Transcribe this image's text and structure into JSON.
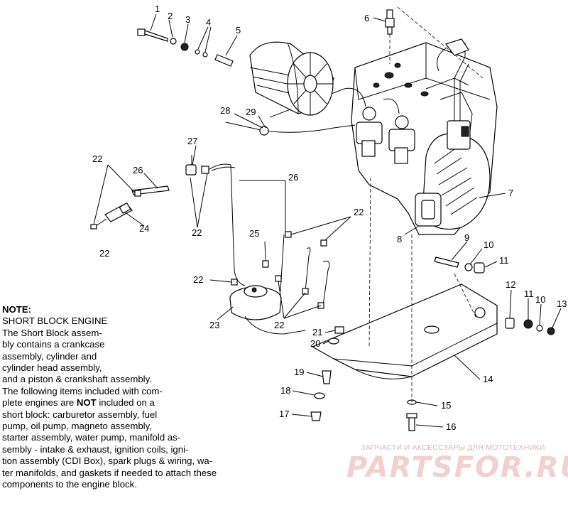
{
  "callouts": [
    "1",
    "2",
    "3",
    "4",
    "5",
    "6",
    "7",
    "8",
    "9",
    "10",
    "11",
    "12",
    "11",
    "10",
    "13",
    "14",
    "15",
    "16",
    "17",
    "18",
    "19",
    "20",
    "21",
    "22",
    "22",
    "22",
    "22",
    "22",
    "22",
    "22",
    "23",
    "24",
    "25",
    "26",
    "26",
    "27",
    "28",
    "29"
  ],
  "note": {
    "heading": "NOTE:",
    "title": "SHORT BLOCK ENGINE",
    "lines": [
      "The Short Block assem-",
      "bly contains a crankcase",
      "assembly, cylinder and",
      "cylinder head assembly,",
      "and a piston & crankshaft assembly.",
      "The following items included with com-",
      "plete engines are ",
      " included on a",
      "short block:  carburetor assembly, fuel",
      "pump, oil pump, magneto assembly,",
      "starter assembly, water pump, manifold as-",
      "sembly - intake & exhaust, ignition coils, igni-",
      "tion assembly (CDI Box), spark plugs & wiring, wa-",
      "ter manifolds, and gaskets if needed to attach these",
      "components to the engine block."
    ],
    "emphasis": "NOT"
  },
  "watermark": {
    "tagline": "ЗАПЧАСТИ И АКСЕССУАРЫ ДЛЯ МОТОТЕХНИКИ",
    "logo": "PARTSFOR.RU"
  }
}
